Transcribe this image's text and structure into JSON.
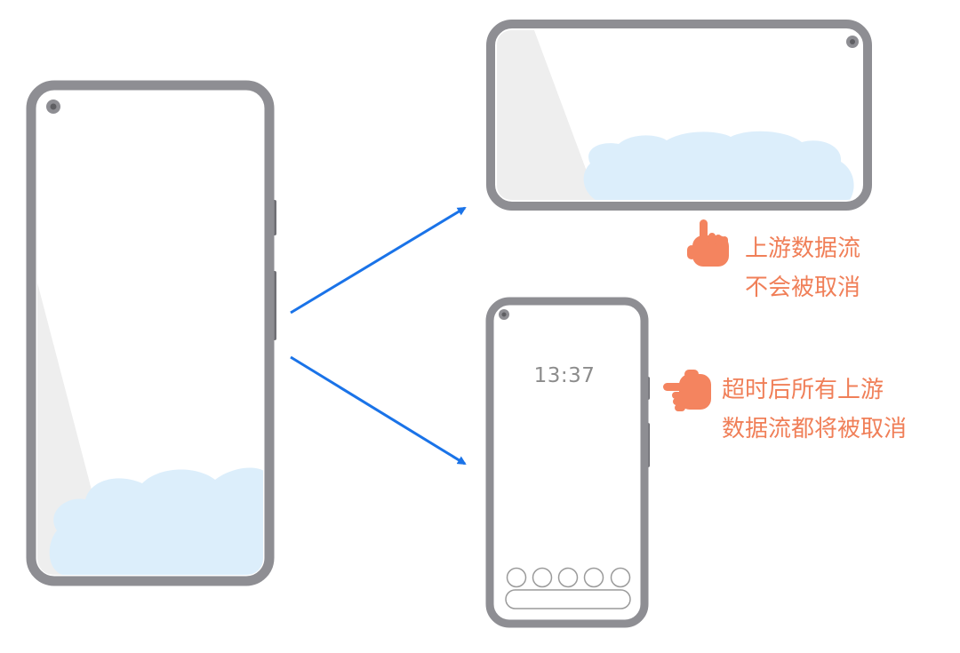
{
  "landscape_phone": {
    "note_line1": "上游数据流",
    "note_line2": "不会被取消"
  },
  "lock_screen_phone": {
    "clock": "13:37",
    "note_line1": "超时后所有上游",
    "note_line2": "数据流都将被取消"
  },
  "colors": {
    "phone_frame": "#8e8e93",
    "cloud": "#dceefb",
    "light_beam": "#eeeeee",
    "arrow": "#1a73e8",
    "note_text": "#f07f58",
    "hand_icon": "#f4845f"
  },
  "icons": {
    "landscape_note": "pointing-up-hand-icon",
    "lock_screen_note": "pointing-left-hand-icon"
  }
}
